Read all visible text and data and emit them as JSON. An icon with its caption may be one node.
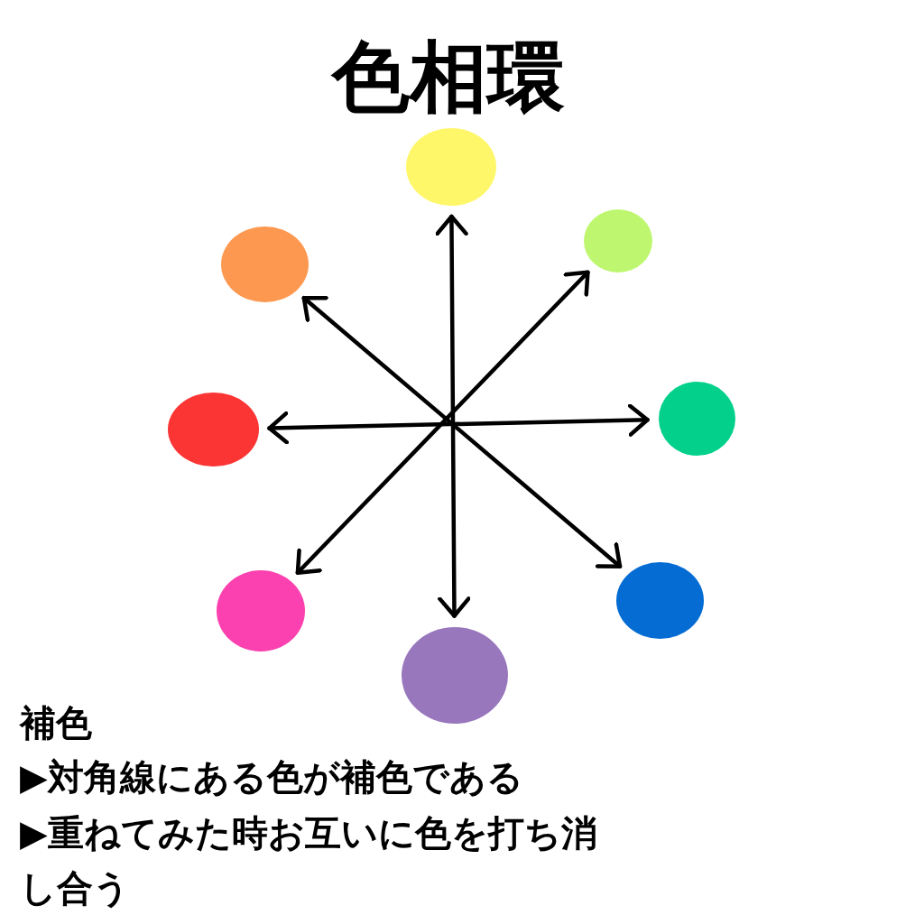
{
  "diagram": {
    "title": "色相環",
    "nodes": [
      {
        "text": [],
        "shape": "circle"
      },
      {
        "text": [],
        "shape": "circle"
      },
      {
        "text": [],
        "shape": "circle"
      },
      {
        "text": [],
        "shape": "circle"
      },
      {
        "text": [],
        "shape": "circle"
      },
      {
        "text": [],
        "shape": "circle"
      },
      {
        "text": [],
        "shape": "circle"
      },
      {
        "text": [],
        "shape": "circle"
      }
    ],
    "edges": [
      {
        "from": 0,
        "to": 7,
        "arrow": "both"
      },
      {
        "from": 1,
        "to": 6,
        "arrow": "both"
      },
      {
        "from": 2,
        "to": 5,
        "arrow": "both"
      },
      {
        "from": 3,
        "to": 4,
        "arrow": "both"
      }
    ],
    "labels": [
      "補色",
      "▶対角線にある色が補色である",
      "▶重ねてみた時お互いに色を打ち消し合う"
    ]
  }
}
